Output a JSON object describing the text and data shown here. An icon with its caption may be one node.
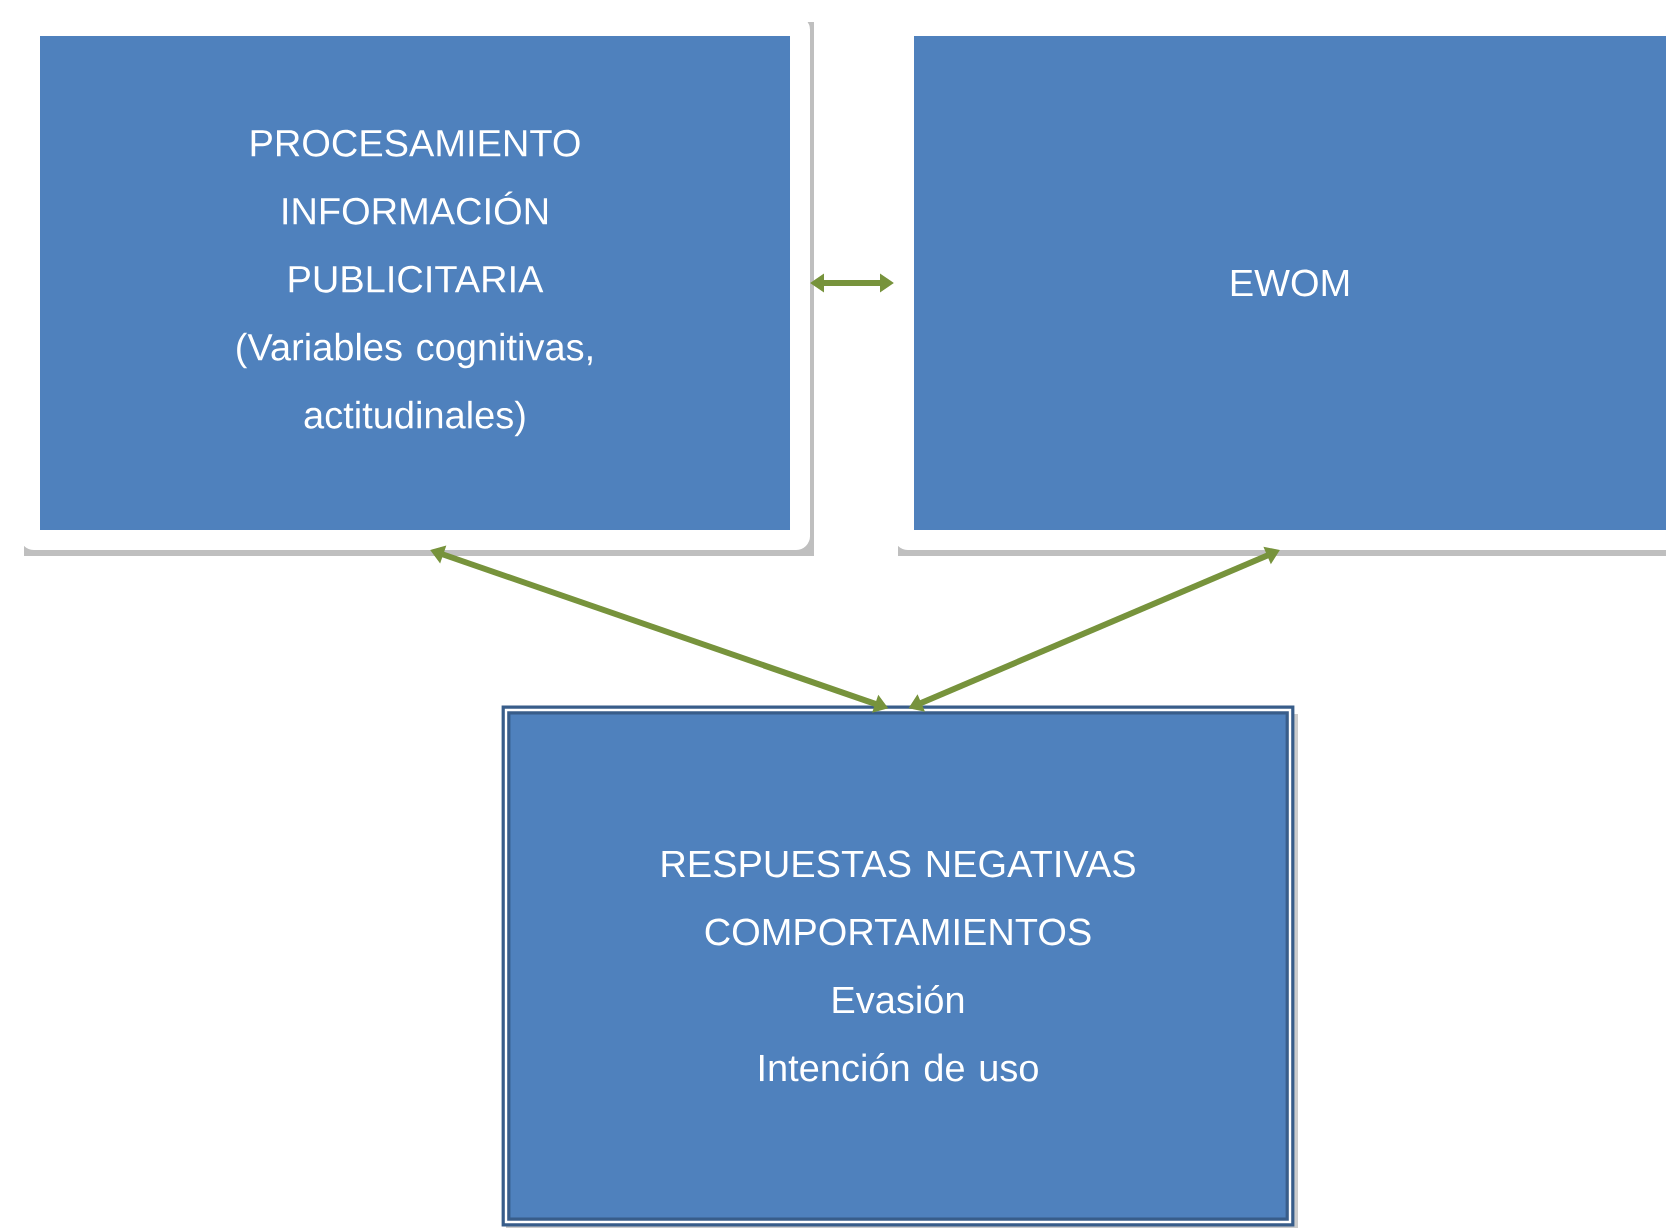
{
  "diagram": {
    "nodes": [
      {
        "text": [
          "PROCESAMIENTO INFORMACIÓN PUBLICITARIA",
          "(Variables cognitivas, actitudinales)"
        ]
      },
      {
        "text": [
          "EWOM"
        ]
      },
      {
        "text": [
          "RESPUESTAS NEGATIVAS",
          "COMPORTAMIENTOS",
          "Evasión",
          "Intención de uso"
        ]
      }
    ],
    "edges": [
      {
        "from": 0,
        "to": 1,
        "arrow": "both"
      },
      {
        "from": 0,
        "to": 2,
        "arrow": "both"
      },
      {
        "from": 1,
        "to": 2,
        "arrow": "both"
      }
    ]
  }
}
